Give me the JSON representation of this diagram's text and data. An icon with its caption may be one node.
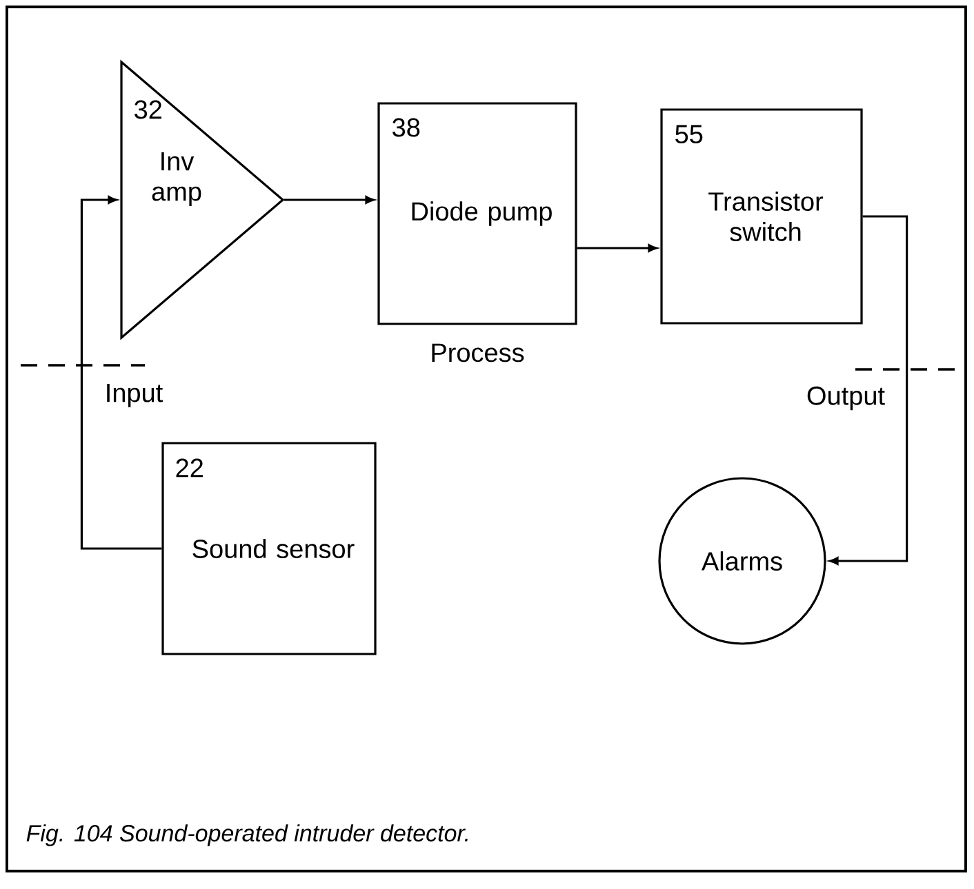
{
  "diagram": {
    "caption": "Fig. 104  Sound-operated intruder detector.",
    "nodes": [
      {
        "text": [
          "32",
          "Inv amp"
        ]
      },
      {
        "text": [
          "38",
          "Diode pump"
        ]
      },
      {
        "text": [
          "55",
          "Transistor switch"
        ]
      },
      {
        "text": [
          "22",
          "Sound sensor"
        ]
      },
      {
        "text": [
          "Alarms"
        ]
      }
    ],
    "edges": [
      {
        "from": 3,
        "to": 0,
        "arrow": "to"
      },
      {
        "from": 0,
        "to": 1,
        "arrow": "to"
      },
      {
        "from": 1,
        "to": 2,
        "arrow": "to"
      },
      {
        "from": 2,
        "to": 4,
        "arrow": "to"
      }
    ],
    "labels": [
      "Process",
      "Input",
      "Output"
    ]
  }
}
